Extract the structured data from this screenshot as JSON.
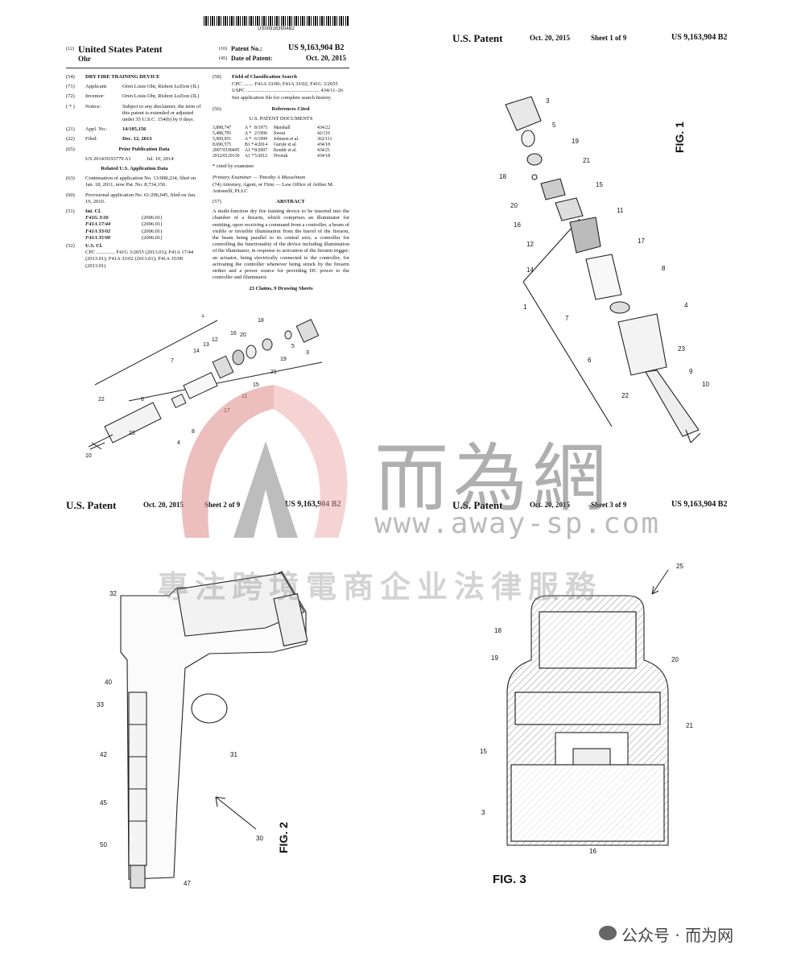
{
  "barcode_number": "US009163904B2",
  "front": {
    "country": "United States Patent",
    "inventor_surname": "Ohr",
    "code12": "(12)",
    "code10": "(10)",
    "code45": "(45)",
    "patent_no_label": "Patent No.:",
    "patent_no": "US 9,163,904 B2",
    "date_label": "Date of Patent:",
    "date": "Oct. 20, 2015",
    "left": [
      {
        "code": "(54)",
        "label": "",
        "value": "DRY FIRE TRAINING DEVICE"
      },
      {
        "code": "(71)",
        "label": "Applicant:",
        "value": "Oren Louis Ohr, Rishon LeZion (IL)"
      },
      {
        "code": "(72)",
        "label": "Inventor:",
        "value": "Oren Louis Ohr, Rishon LeZion (IL)"
      },
      {
        "code": "( * )",
        "label": "Notice:",
        "value": "Subject to any disclaimer, the term of this patent is extended or adjusted under 35 U.S.C. 154(b) by 0 days."
      },
      {
        "code": "(21)",
        "label": "Appl. No.:",
        "value": "14/105,156"
      },
      {
        "code": "(22)",
        "label": "Filed:",
        "value": "Dec. 12, 2013"
      }
    ],
    "prior_pub": {
      "code": "(65)",
      "title": "Prior Publication Data",
      "pub": "US 2014/0193779 A1",
      "date": "Jul. 10, 2014"
    },
    "related": {
      "title": "Related U.S. Application Data",
      "items": [
        {
          "code": "(63)",
          "text": "Continuation of application No. 13/008,234, filed on Jan. 18, 2011, now Pat. No. 8,734,156."
        },
        {
          "code": "(60)",
          "text": "Provisional application No. 61/296,045, filed on Jan. 19, 2010."
        }
      ]
    },
    "int_cl": {
      "code": "(51)",
      "title": "Int. Cl.",
      "rows": [
        {
          "cls": "F41G 3/26",
          "ver": "(2006.01)"
        },
        {
          "cls": "F41A 17/44",
          "ver": "(2006.01)"
        },
        {
          "cls": "F41A 33/02",
          "ver": "(2006.01)"
        },
        {
          "cls": "F41A 35/00",
          "ver": "(2006.01)"
        }
      ]
    },
    "us_cl": {
      "code": "(52)",
      "title": "U.S. Cl.",
      "text": "CPC .............. F41G 3/2655 (2013.01); F41A 17/44 (2013.01); F41A 33/02 (2013.01); F41A 35/00 (2013.01)"
    },
    "field_search": {
      "code": "(58)",
      "title": "Field of Classification Search",
      "cpc": "CPC ........ F41A 33/00; F41A 33/02; F41G 3/2655",
      "uspc": "USPC ........................................................ 434/11–26",
      "note": "See application file for complete search history."
    },
    "references": {
      "code": "(56)",
      "title": "References Cited",
      "subtitle": "U.S. PATENT DOCUMENTS",
      "rows": [
        {
          "no": "3,898,747",
          "k": "A *",
          "date": "8/1975",
          "name": "Marshall",
          "cls": "434/22"
        },
        {
          "no": "5,488,795",
          "k": "A *",
          "date": "2/1996",
          "name": "Sweat",
          "cls": "42/116"
        },
        {
          "no": "5,909,951",
          "k": "A *",
          "date": "6/1999",
          "name": "Johnsen et al.",
          "cls": "362/111"
        },
        {
          "no": "8,690,575",
          "k": "B1 *",
          "date": "4/2014",
          "name": "Gurule et al.",
          "cls": "434/18"
        },
        {
          "no": "2007/0190495",
          "k": "A1 *",
          "date": "8/2007",
          "name": "Kendir et al.",
          "cls": "434/21"
        },
        {
          "no": "2012/0129136",
          "k": "A1 *",
          "date": "5/2012",
          "name": "Dvorak",
          "cls": "434/18"
        }
      ],
      "cited": "* cited by examiner"
    },
    "examiner": "Primary Examiner — Timothy A Musselman",
    "attorney": "(74) Attorney, Agent, or Firm — Law Office of Arthur M. Antonelli, PLLC",
    "abstract": {
      "code": "(57)",
      "title": "ABSTRACT",
      "text": "A multi-function dry fire training device to be inserted into the chamber of a firearm, which comprises an illuminator for emitting, upon receiving a command from a controller, a beam of visible or invisible illumination from the barrel of the firearm, the beam being parallel to its central axis; a controller for controlling the functionality of the device including illumination of the illuminator, in response to activation of the firearm trigger; an actuator, being electrically connected to the controller, for activating the controller whenever being struck by the firearm striker and a power source for providing DC power to the controller and illuminator."
    },
    "claims": "23 Claims, 9 Drawing Sheets"
  },
  "sheets": [
    {
      "label": "U.S. Patent",
      "date": "Oct. 20, 2015",
      "sheet": "Sheet 1 of 9",
      "no": "US 9,163,904 B2"
    },
    {
      "label": "U.S. Patent",
      "date": "Oct. 20, 2015",
      "sheet": "Sheet 2 of 9",
      "no": "US 9,163,904 B2"
    },
    {
      "label": "U.S. Patent",
      "date": "Oct. 20, 2015",
      "sheet": "Sheet 3 of 9",
      "no": "US 9,163,904 B2"
    }
  ],
  "figure_labels": {
    "fig1": "FIG. 1",
    "fig2": "FIG. 2",
    "fig3": "FIG. 3"
  },
  "watermark": {
    "brand": "而為網",
    "url": "www.away-sp.com",
    "slogan": "專注跨境電商企业法律服務",
    "footer": "公众号 · 而为网"
  }
}
